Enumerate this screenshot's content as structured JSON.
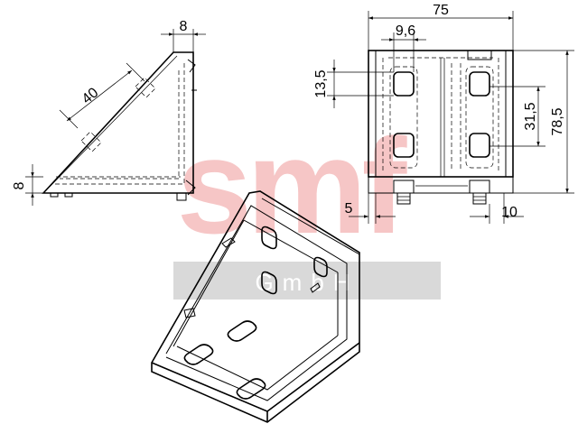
{
  "watermark": {
    "logo_text": "smf",
    "company": "GmbH"
  },
  "side_view": {
    "dim_thickness_top": "8",
    "dim_diagonal": "40",
    "dim_thickness_left": "8"
  },
  "front_view": {
    "dim_width": "75",
    "dim_slot_width": "9,6",
    "dim_slot_height": "13,5",
    "dim_slot_pitch": "31,5",
    "dim_height": "78,5",
    "dim_left_offset": "5",
    "dim_right_offset": "10"
  },
  "colors": {
    "watermark_red": "#f6c6c6",
    "watermark_gray": "#d9d9d9",
    "line": "#000000"
  }
}
